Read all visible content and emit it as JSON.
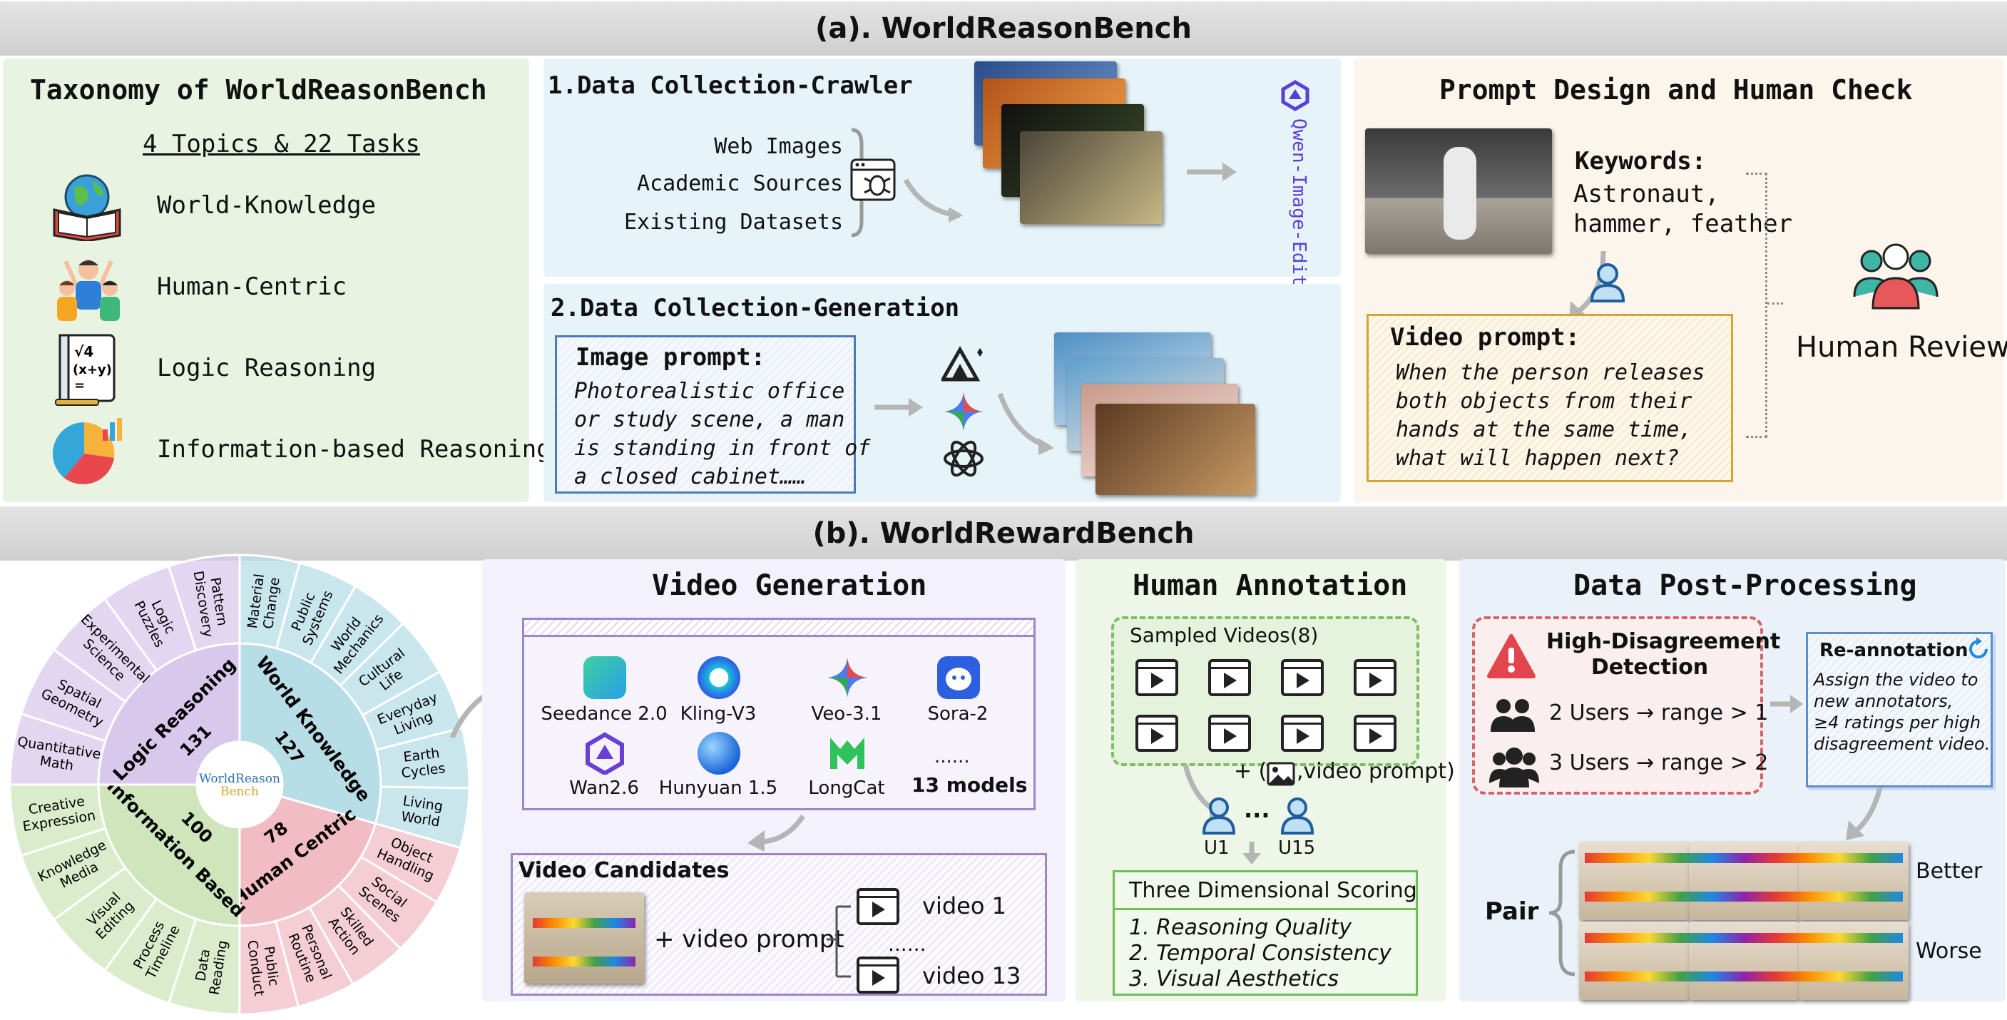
{
  "banner_a": "(a). WorldReasonBench",
  "banner_b": "(b). WorldRewardBench",
  "taxonomy": {
    "title": "Taxonomy of WorldReasonBench",
    "subtitle": "4 Topics & 22 Tasks",
    "items": [
      "World-Knowledge",
      "Human-Centric",
      "Logic Reasoning",
      "Information-based Reasoning"
    ]
  },
  "crawler": {
    "title": "1.Data Collection-Crawler",
    "sources": [
      "Web Images",
      "Academic Sources",
      "Existing Datasets"
    ],
    "model": "Qwen-Image-Edit"
  },
  "generation": {
    "title": "2.Data Collection-Generation",
    "prompt_title": "Image prompt:",
    "prompt_lines": [
      "Photorealistic office",
      "or study scene, a man",
      "is standing in front of",
      "a closed cabinet……"
    ]
  },
  "prompt_design": {
    "title": "Prompt Design and Human Check",
    "keywords_label": "Keywords:",
    "keywords_lines": [
      "Astronaut,",
      "hammer, feather"
    ],
    "video_prompt_title": "Video prompt:",
    "video_prompt_lines": [
      "When the person releases",
      "both objects from their",
      "hands at the same time,",
      "what will happen next?"
    ],
    "review_label": "Human Review"
  },
  "wheel": {
    "center_label": [
      "WorldReason",
      "Bench"
    ],
    "categories": [
      {
        "name": "World Knowledge",
        "count": "127"
      },
      {
        "name": "Human Centric",
        "count": "78"
      },
      {
        "name": "Information Based",
        "count": "100"
      },
      {
        "name": "Logic Reasoning",
        "count": "131"
      }
    ],
    "tasks": [
      "Material Change",
      "Public Systems",
      "World Mechanics",
      "Cultural Life",
      "Everyday Living",
      "Earth Cycles",
      "Living World",
      "Object Handling",
      "Social Scenes",
      "Skilled Action",
      "Personal Routine",
      "Public Conduct",
      "Data Reading",
      "Process Timeline",
      "Visual Editing",
      "Knowledge Media",
      "Creative Expression",
      "Quantitative Math",
      "Spatial Geometry",
      "Experimental Science",
      "Logic Puzzles",
      "Pattern Discovery"
    ]
  },
  "video_generation": {
    "title": "Video Generation",
    "models": [
      "Seedance 2.0",
      "Kling-V3",
      "Veo-3.1",
      "Sora-2",
      "Wan2.6",
      "Hunyuan 1.5",
      "LongCat"
    ],
    "more_dots": "......",
    "more_label": "13 models",
    "candidates_title": "Video Candidates",
    "plus_prompt": "+ video prompt",
    "video_first": "video 1",
    "video_dots": "......",
    "video_last": "video 13"
  },
  "annotation": {
    "title": "Human Annotation",
    "sampled": "Sampled Videos(8)",
    "plus_left": "+ (",
    "plus_right": ",video prompt)",
    "user_first": "U1",
    "user_dots": "...",
    "user_last": "U15",
    "scoring_title": "Three Dimensional Scoring",
    "scoring_items": [
      "1. Reasoning Quality",
      "2. Temporal Consistency",
      "3. Visual Aesthetics"
    ]
  },
  "post": {
    "title": "Data Post-Processing",
    "detect_title": [
      "High-Disagreement",
      "Detection"
    ],
    "rule_2": "2 Users → range > 1",
    "rule_3": "3 Users → range > 2",
    "reannot_title": "Re-annotation",
    "reannot_lines": [
      "Assign the video to",
      "new annotators,",
      "≥4 ratings per high",
      "disagreement video."
    ],
    "pair_label": "Pair",
    "better_label": "Better",
    "worse_label": "Worse"
  },
  "colors": {
    "world": "#b7dde6",
    "human": "#f2bcc5",
    "info": "#cfe5bb",
    "logic": "#d8c8ec"
  }
}
